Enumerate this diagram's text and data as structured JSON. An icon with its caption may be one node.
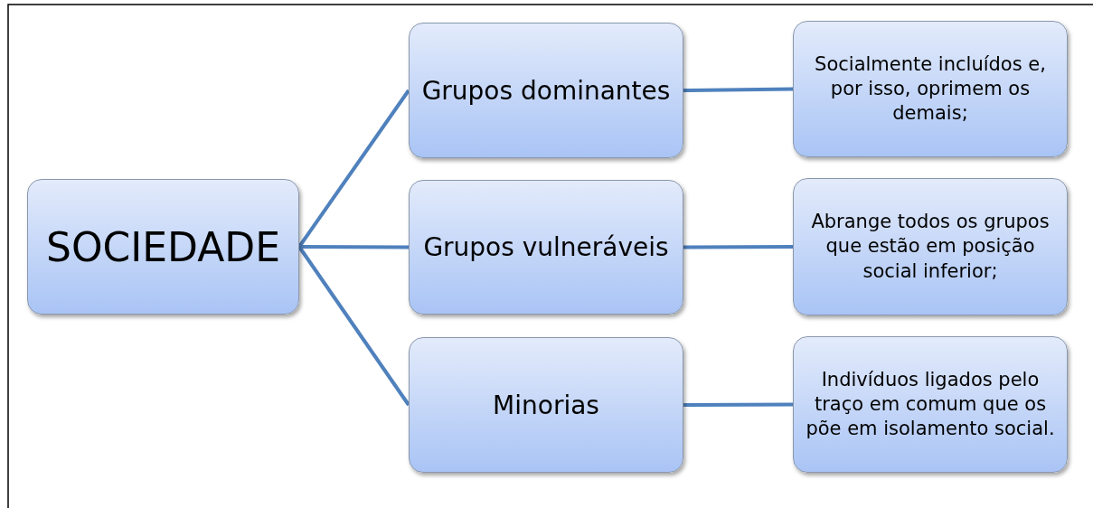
{
  "diagram": {
    "nodes": [
      {
        "text": [
          "SOCIEDADE"
        ]
      },
      {
        "text": [
          "Grupos dominantes"
        ]
      },
      {
        "text": [
          "Grupos vulneráveis"
        ]
      },
      {
        "text": [
          "Minorias"
        ]
      },
      {
        "text": [
          "Socialmente incluídos e, por isso, oprimem os demais;"
        ]
      },
      {
        "text": [
          "Abrange todos os grupos que estão em posição social inferior;"
        ]
      },
      {
        "text": [
          "Indivíduos ligados pelo traço em comum que os põe em isolamento social."
        ]
      }
    ],
    "edges": [
      {
        "from": 0,
        "to": 1,
        "arrow": "none"
      },
      {
        "from": 0,
        "to": 2,
        "arrow": "none"
      },
      {
        "from": 0,
        "to": 3,
        "arrow": "none"
      },
      {
        "from": 1,
        "to": 4,
        "arrow": "none"
      },
      {
        "from": 2,
        "to": 5,
        "arrow": "none"
      },
      {
        "from": 3,
        "to": 6,
        "arrow": "none"
      }
    ]
  }
}
